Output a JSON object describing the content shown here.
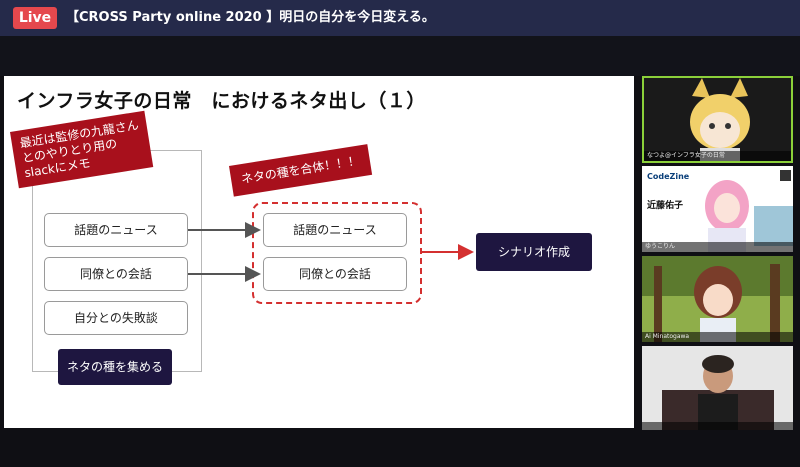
{
  "topbar": {
    "live_label": "Live",
    "stream_title": "【CROSS Party online 2020 】明日の自分を今日変える。"
  },
  "slide": {
    "title": "インフラ女子の日常　におけるネタ出し（１）",
    "note_left": [
      "最近は監修の九龍さん",
      "とのやりとり用の",
      "slackにメモ"
    ],
    "note_right": "ネタの種を合体！！！",
    "left_items": [
      "話題のニュース",
      "同僚との会話",
      "自分との失敗談"
    ],
    "collect_button": "ネタの種を集める",
    "right_items": [
      "話題のニュース",
      "同僚との会話"
    ],
    "result_button": "シナリオ作成",
    "colors": {
      "accent_red": "#a8101c",
      "dark_navy": "#1e1640",
      "dashed_red": "#d43030"
    }
  },
  "participants": [
    {
      "label": "なつよ@インフラ女子の日常",
      "type": "fox-avatar"
    },
    {
      "label": "ゆうこりん",
      "type": "codezine-avatar",
      "logo": "CodeZine",
      "name": "近藤佑子"
    },
    {
      "label": "Ai Minatogawa",
      "type": "forest-avatar"
    },
    {
      "label": "",
      "type": "camera"
    }
  ],
  "icons": {
    "arrow": "arrow-right-icon"
  }
}
